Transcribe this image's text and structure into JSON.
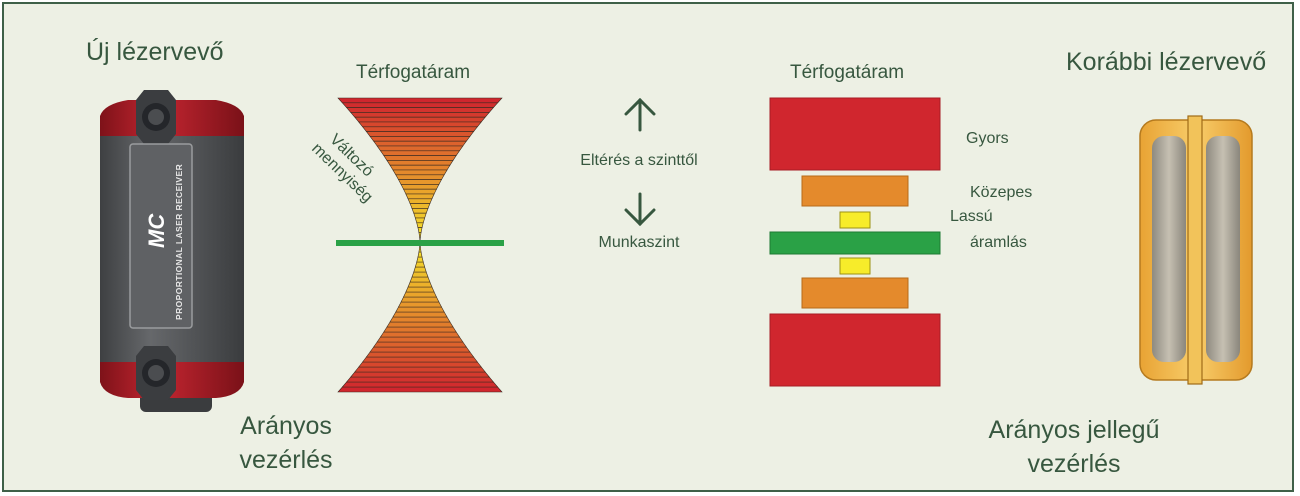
{
  "left": {
    "title": "Új lézervevő",
    "caption_line1": "Arányos",
    "caption_line2": "vezérlés",
    "funnel_label": "Térfogatáram",
    "side_label_line1": "Változó",
    "side_label_line2": "mennyiség",
    "device_brand": "MC",
    "device_text": "PROPORTIONAL LASER RECEIVER"
  },
  "middle": {
    "deviation_label": "Eltérés a szinttől",
    "work_level_label": "Munkaszint"
  },
  "right": {
    "title": "Korábbi lézervevő",
    "caption_line1": "Arányos jellegű",
    "caption_line2": "vezérlés",
    "bars_label": "Térfogatáram",
    "fast_label": "Gyors",
    "medium_label": "Közepes",
    "slow_label_line1": "Lassú",
    "slow_label_line2": "áramlás"
  },
  "colors": {
    "border": "#3f6048",
    "background": "#edf0e4",
    "text": "#37573f",
    "fast": "#d0262e",
    "medium": "#e48a2c",
    "slow": "#f7ec2a",
    "level": "#2aa146",
    "device_red": "#b1202a",
    "device_gray": "#57595c",
    "old_device_gold": "#f0b646"
  }
}
